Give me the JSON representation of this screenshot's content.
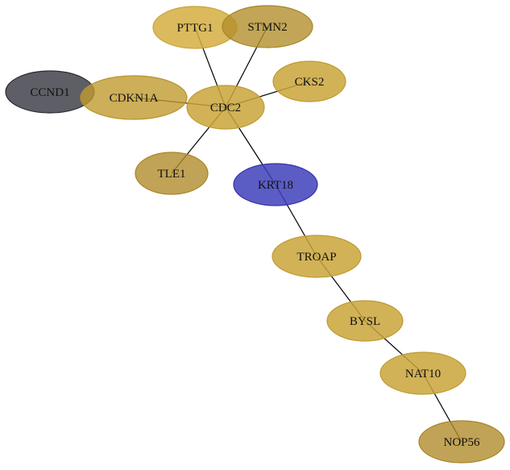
{
  "graph": {
    "nodes": [
      {
        "id": "PTTG1",
        "label": "PTTG1",
        "fill": "#d4ae3f",
        "stroke": "#c9a43a",
        "opacity": 0.85
      },
      {
        "id": "STMN2",
        "label": "STMN2",
        "fill": "#b38f2c",
        "stroke": "#a88426",
        "opacity": 0.8
      },
      {
        "id": "CKS2",
        "label": "CKS2",
        "fill": "#c9a43a",
        "stroke": "#c09a33",
        "opacity": 0.85
      },
      {
        "id": "CCND1",
        "label": "CCND1",
        "fill": "#3a3a45",
        "stroke": "#2a2a33",
        "opacity": 0.82
      },
      {
        "id": "CDKN1A",
        "label": "CDKN1A",
        "fill": "#c09a30",
        "stroke": "#b8922c",
        "opacity": 0.8
      },
      {
        "id": "CDC2",
        "label": "CDC2",
        "fill": "#c9a43a",
        "stroke": "#c09a33",
        "opacity": 0.85
      },
      {
        "id": "TLE1",
        "label": "TLE1",
        "fill": "#b08c2c",
        "stroke": "#a88426",
        "opacity": 0.8
      },
      {
        "id": "KRT18",
        "label": "KRT18",
        "fill": "#4040bb",
        "stroke": "#3333aa",
        "opacity": 0.85
      },
      {
        "id": "TROAP",
        "label": "TROAP",
        "fill": "#c9a43a",
        "stroke": "#c09a33",
        "opacity": 0.85
      },
      {
        "id": "BYSL",
        "label": "BYSL",
        "fill": "#c9a43a",
        "stroke": "#c09a33",
        "opacity": 0.85
      },
      {
        "id": "NAT10",
        "label": "NAT10",
        "fill": "#c9a43a",
        "stroke": "#c09a33",
        "opacity": 0.85
      },
      {
        "id": "NOP56",
        "label": "NOP56",
        "fill": "#b08c2c",
        "stroke": "#a88426",
        "opacity": 0.8
      }
    ],
    "edges": [
      {
        "source": "PTTG1",
        "target": "CDC2"
      },
      {
        "source": "STMN2",
        "target": "CDC2"
      },
      {
        "source": "CKS2",
        "target": "CDC2"
      },
      {
        "source": "CDKN1A",
        "target": "CDC2"
      },
      {
        "source": "TLE1",
        "target": "CDC2"
      },
      {
        "source": "KRT18",
        "target": "CDC2"
      },
      {
        "source": "KRT18",
        "target": "TROAP"
      },
      {
        "source": "TROAP",
        "target": "BYSL"
      },
      {
        "source": "BYSL",
        "target": "NAT10"
      },
      {
        "source": "NAT10",
        "target": "NOP56"
      }
    ]
  }
}
